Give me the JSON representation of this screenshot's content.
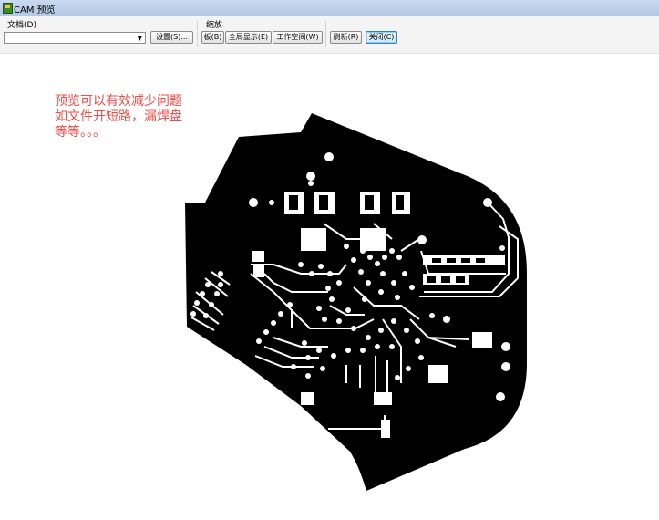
{
  "window": {
    "title": "CAM 预览"
  },
  "toolbar": {
    "document_label": "文档(D)",
    "document_value": "",
    "settings_button": "设置(S)...",
    "zoom_label": "缩放",
    "board_button": "板(B)",
    "fit_all_button": "全局显示(E)",
    "workspace_button": "工作空间(W)",
    "refresh_button": "刷新(R)",
    "close_button": "关闭(C)"
  },
  "preview": {
    "annotation": "预览可以有效减少问题\n如文件开短路，漏焊盘\n等等。。。"
  },
  "colors": {
    "annotation": "#ef4b46",
    "copper": "#000000",
    "background": "#ffffff"
  }
}
